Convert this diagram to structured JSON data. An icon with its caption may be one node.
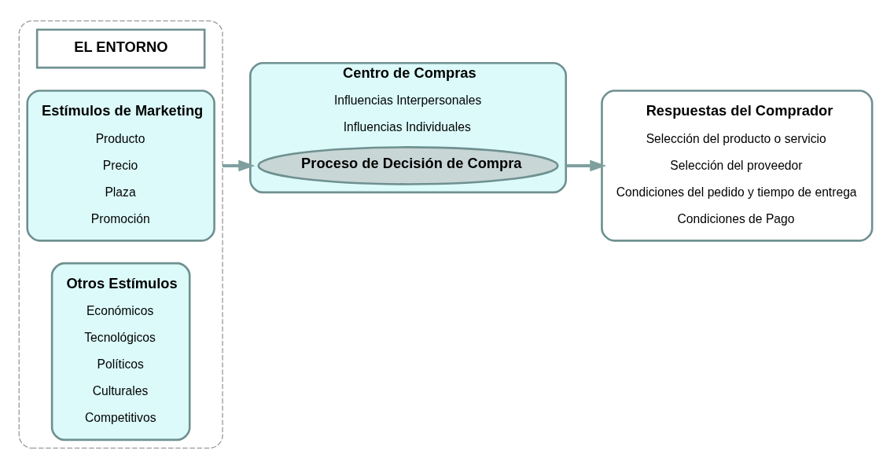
{
  "diagram": {
    "nodes": [
      {
        "text": [],
        "shape": "box"
      },
      {
        "text": [
          "EL ENTORNO"
        ],
        "in": 0
      },
      {
        "text": [
          "Estímulos de Marketing",
          "Producto",
          "Precio",
          "Plaza",
          "Promoción"
        ],
        "in": 0
      },
      {
        "text": [
          "Otros Estímulos",
          "Económicos",
          "Tecnológicos",
          "Políticos",
          "Culturales",
          "Competitivos"
        ],
        "in": 0
      },
      {
        "text": [
          "Centro de Compras",
          "Influencias Interpersonales",
          "Influencias Individuales"
        ]
      },
      {
        "text": [
          "Proceso de Decisión de Compra"
        ],
        "in": 4
      },
      {
        "text": [
          "Respuestas del Comprador",
          "Selección del producto o servicio",
          "Selección del proveedor",
          "Condiciones del pedido y tiempo de entrega",
          "Condiciones de Pago"
        ]
      }
    ],
    "edges": [
      {
        "from": 0,
        "to": 4,
        "arrow": "to"
      },
      {
        "from": 4,
        "to": 6,
        "arrow": "to"
      }
    ]
  }
}
